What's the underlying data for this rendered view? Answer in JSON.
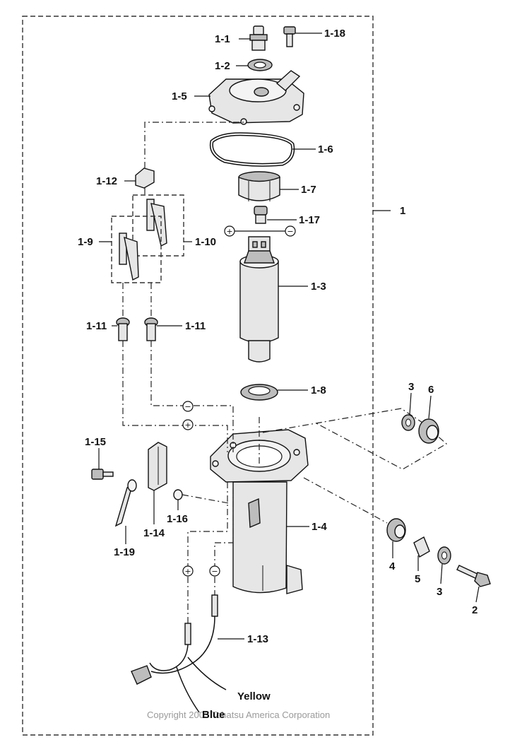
{
  "diagram": {
    "callouts": {
      "c1_1": "1-1",
      "c1_2": "1-2",
      "c1_3": "1-3",
      "c1_4": "1-4",
      "c1_5": "1-5",
      "c1_6": "1-6",
      "c1_7": "1-7",
      "c1_8": "1-8",
      "c1_9": "1-9",
      "c1_10": "1-10",
      "c1_11a": "1-11",
      "c1_11b": "1-11",
      "c1_12": "1-12",
      "c1_13": "1-13",
      "c1_14": "1-14",
      "c1_15": "1-15",
      "c1_16": "1-16",
      "c1_17": "1-17",
      "c1_18": "1-18",
      "c1_19": "1-19",
      "c1": "1",
      "c2": "2",
      "c3a": "3",
      "c3b": "3",
      "c4": "4",
      "c5": "5",
      "c6": "6"
    },
    "polarity": {
      "plus": "+",
      "minus": "−"
    },
    "wires": {
      "yellow": "Yellow",
      "blue": "Blue"
    },
    "copyright": "Copyright 2003 Tohatsu America Corporation"
  }
}
